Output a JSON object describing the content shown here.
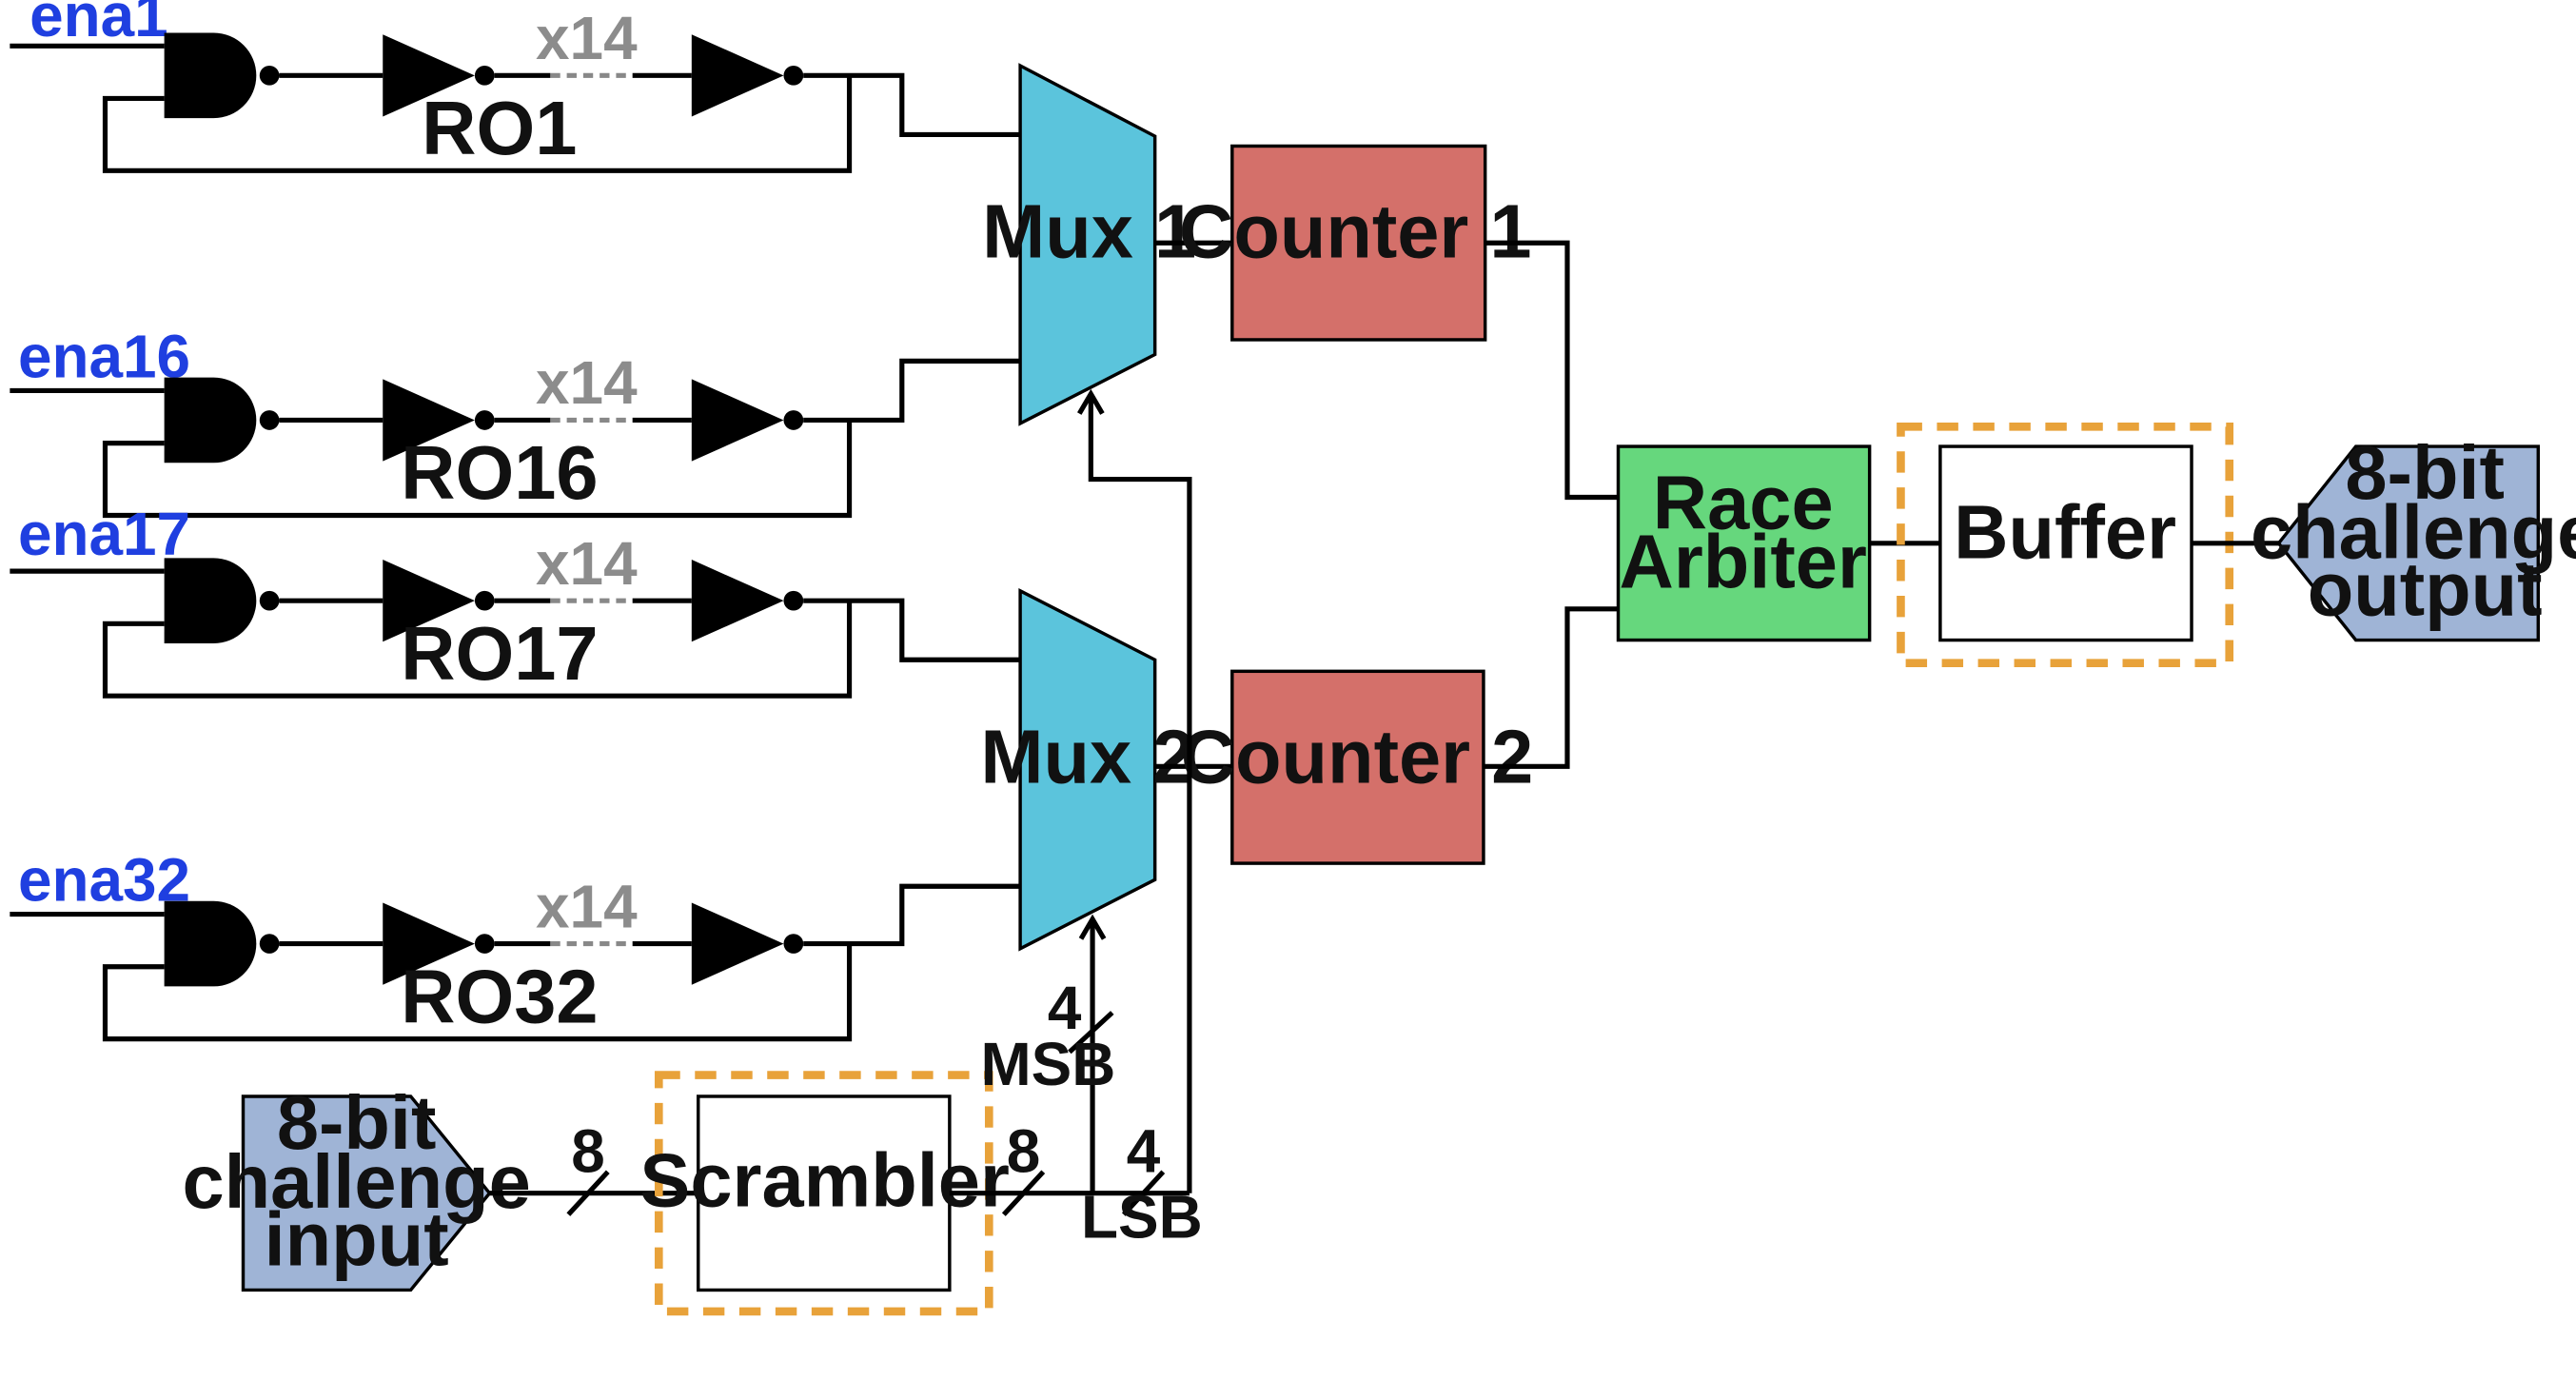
{
  "rings": [
    {
      "enable": "ena1",
      "repeat": "x14",
      "name": "RO1"
    },
    {
      "enable": "ena16",
      "repeat": "x14",
      "name": "RO16"
    },
    {
      "enable": "ena17",
      "repeat": "x14",
      "name": "RO17"
    },
    {
      "enable": "ena32",
      "repeat": "x14",
      "name": "RO32"
    }
  ],
  "blocks": {
    "mux1": "Mux 1",
    "mux2": "Mux 2",
    "counter1": "Counter 1",
    "counter2": "Counter 2",
    "arbiter": [
      "Race",
      "Arbiter"
    ],
    "buffer": "Buffer",
    "scrambler": "Scrambler",
    "challenge_input": [
      "8-bit",
      "challenge",
      "input"
    ],
    "challenge_output": [
      "8-bit",
      "challenge",
      "output"
    ]
  },
  "bus_labels": {
    "input_width": "8",
    "scrambled_width": "8",
    "msb_width": "4",
    "msb": "MSB",
    "lsb_width": "4",
    "lsb": "LSB"
  },
  "colors": {
    "mux": "#5bc4dc",
    "counter": "#d4706a",
    "arbiter": "#66d77d",
    "io": "#9fb4d6",
    "highlight_border": "#e8a23a",
    "enable_text": "#1f3fe0",
    "repeat_text": "#8c8c8c"
  }
}
